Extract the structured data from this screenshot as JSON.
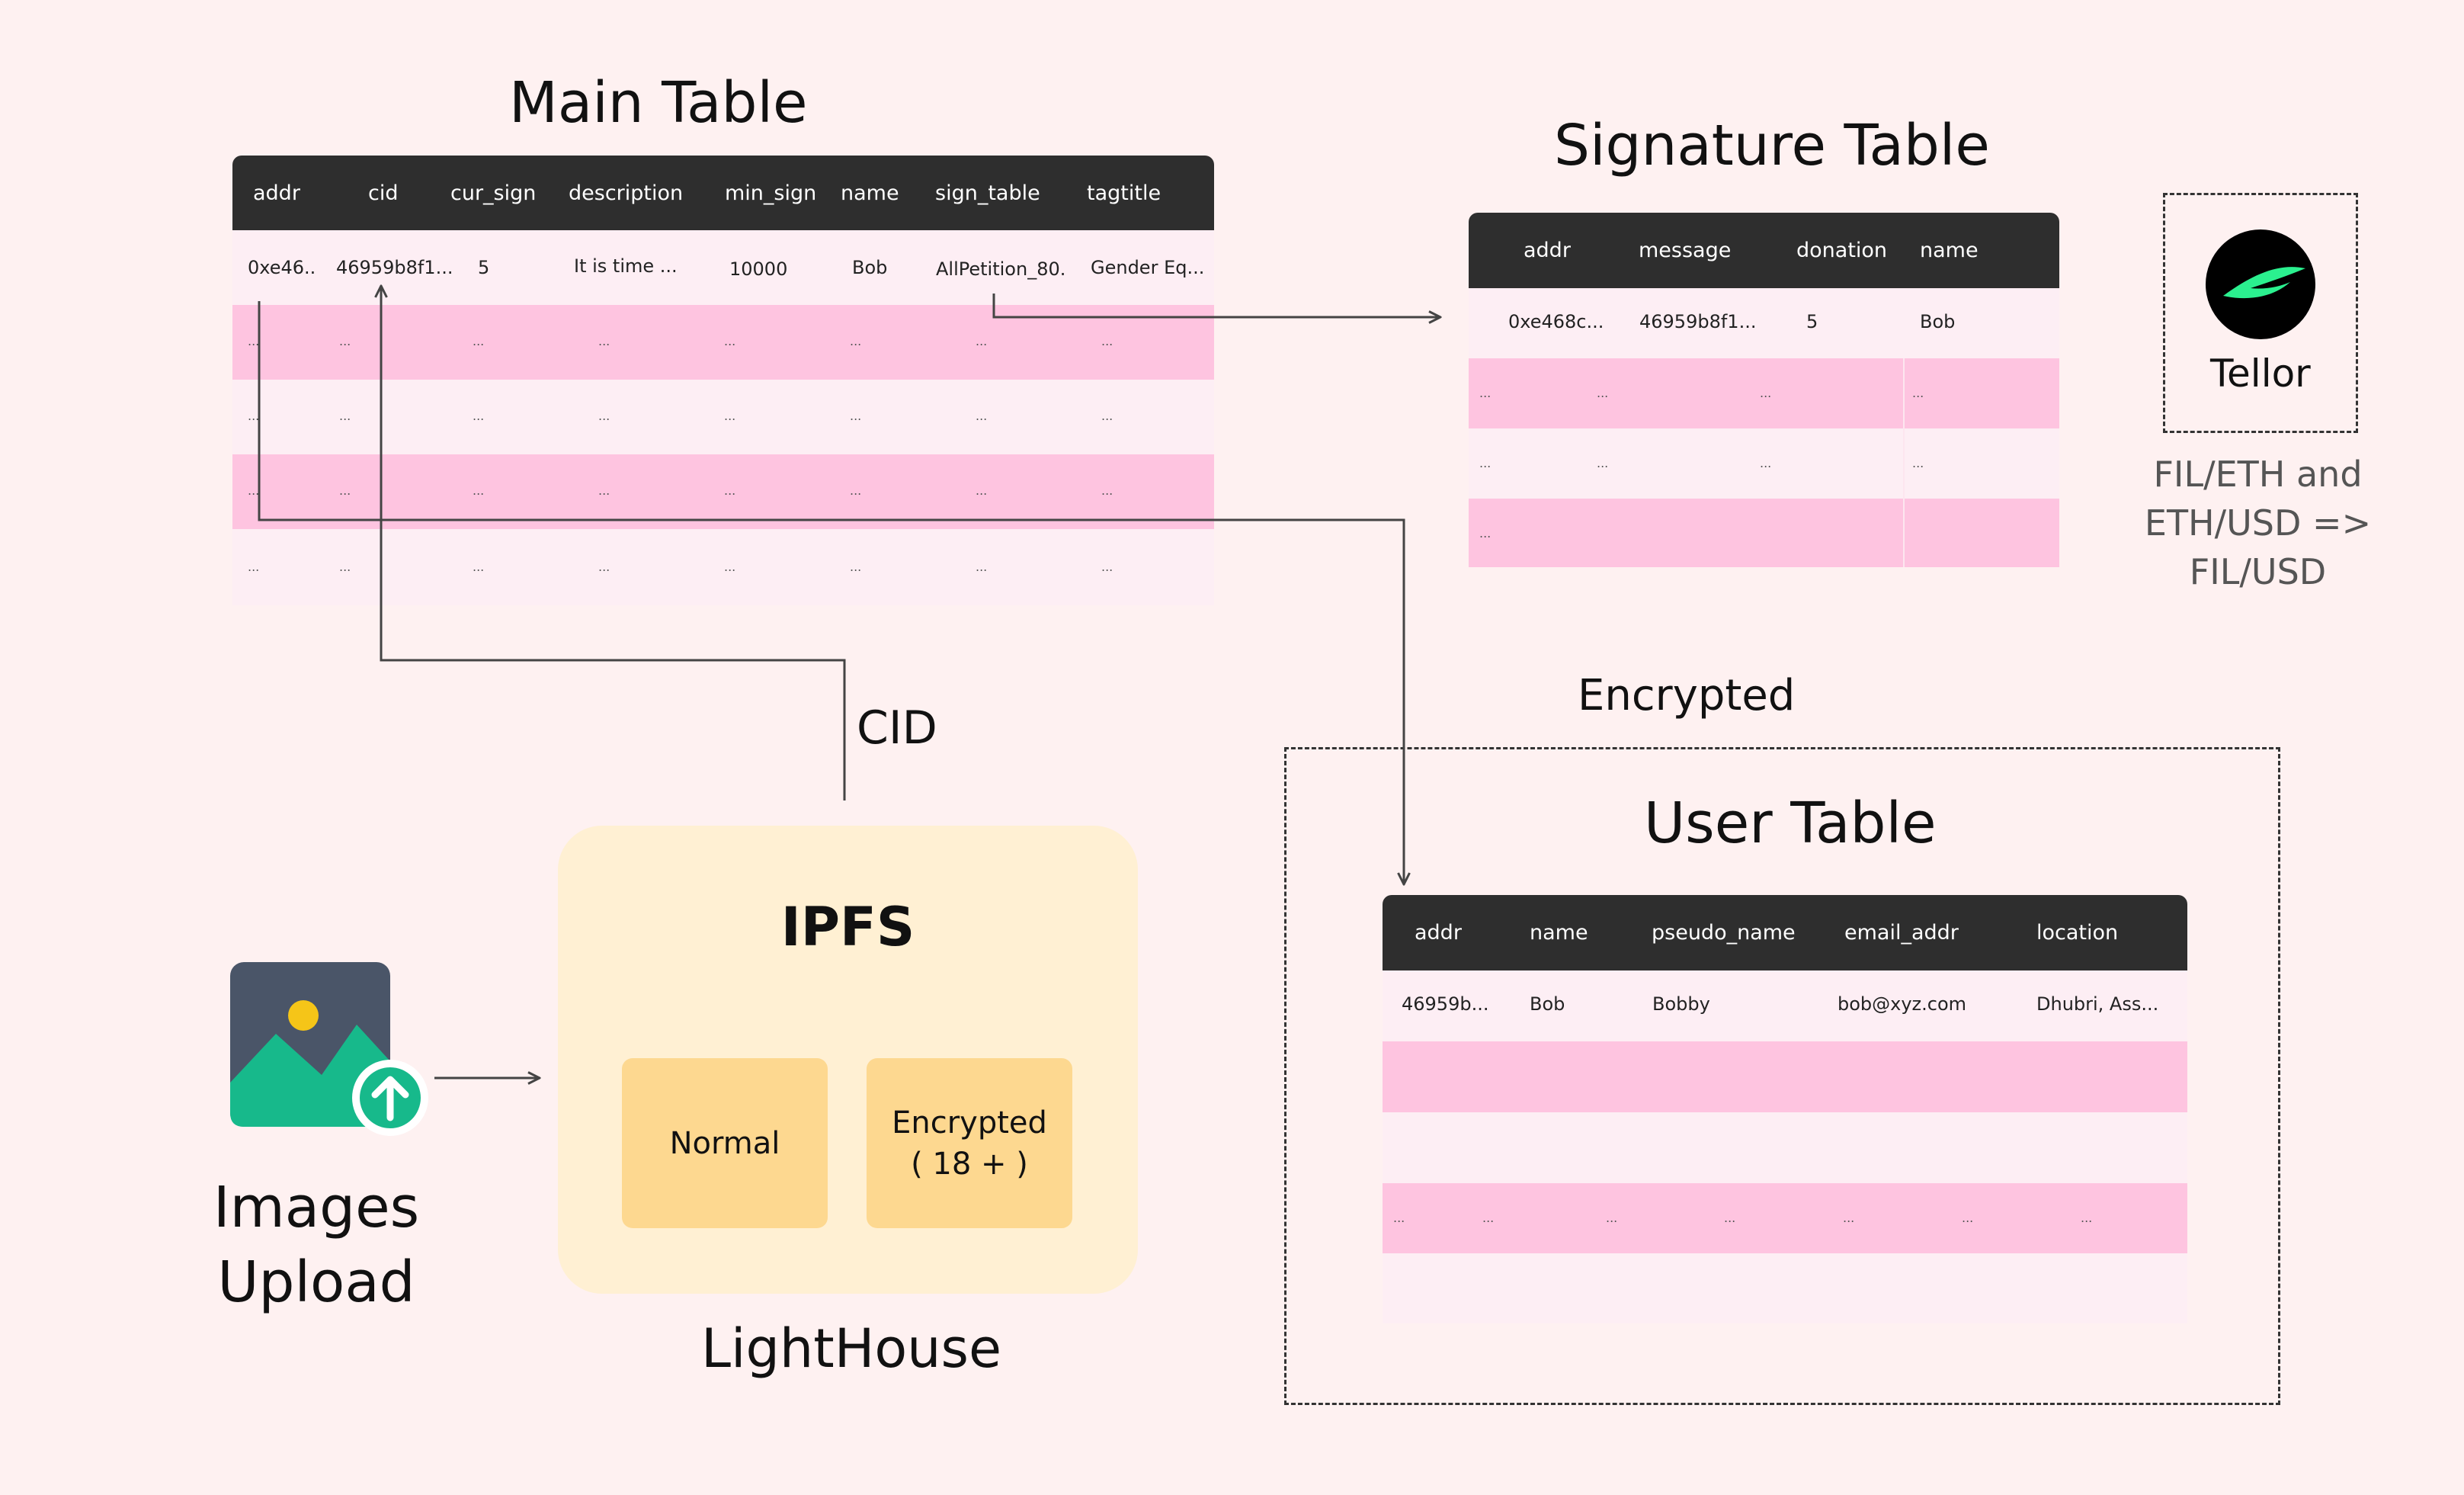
{
  "main_table": {
    "title": "Main Table",
    "columns": [
      "addr",
      "cid",
      "cur_sign",
      "description",
      "min_sign",
      "name",
      "sign_table",
      "tagtitle"
    ],
    "first_row": [
      "0xe46..",
      "46959b8f1...",
      "5",
      "It is time ...",
      "10000",
      "Bob",
      "AllPetition_80.",
      "Gender Eq..."
    ],
    "ellipsis": "..."
  },
  "signature_table": {
    "title": "Signature Table",
    "columns": [
      "addr",
      "message",
      "donation",
      "name"
    ],
    "first_row": [
      "0xe468c...",
      "46959b8f1...",
      "5",
      "Bob"
    ],
    "ellipsis": "..."
  },
  "user_table": {
    "title": "User Table",
    "columns": [
      "addr",
      "name",
      "pseudo_name",
      "email_addr",
      "location"
    ],
    "first_row": [
      "46959b...",
      "Bob",
      "Bobby",
      "bob@xyz.com",
      "Dhubri, Ass..."
    ],
    "ellipsis": "..."
  },
  "labels": {
    "cid": "CID",
    "encrypted": "Encrypted",
    "images_upload_line1": "Images",
    "images_upload_line2": "Upload",
    "lighthouse": "LightHouse",
    "tellor": "Tellor",
    "tellor_note_line1": "FIL/ETH and",
    "tellor_note_line2": "ETH/USD =>",
    "tellor_note_line3": "FIL/USD"
  },
  "ipfs": {
    "title": "IPFS",
    "normal": "Normal",
    "encrypted_line1": "Encrypted",
    "encrypted_line2": "( 18 + )"
  },
  "colors": {
    "background": "#fef1f1",
    "header": "#2e2e2e",
    "row_light": "#fdeef4",
    "row_pink": "#fec4e0",
    "ipfs_bg": "#fff0d3",
    "ipfs_box": "#fdd890",
    "upload_green": "#17b98b",
    "image_dark": "#4a5568"
  },
  "icons": [
    "image-upload-icon",
    "tellor-logo-icon"
  ]
}
